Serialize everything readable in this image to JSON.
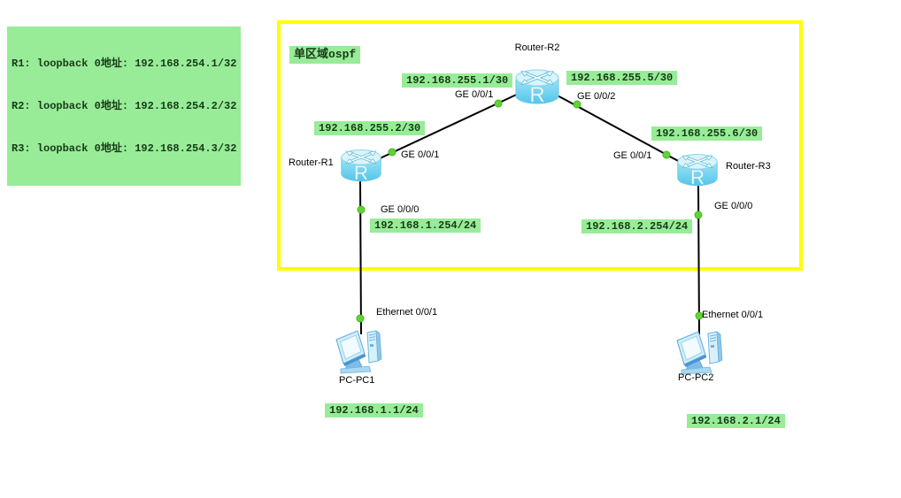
{
  "notes": {
    "loopback_lines": [
      "R1: loopback 0地址: 192.168.254.1/32",
      "R2: loopback 0地址: 192.168.254.2/32",
      "R3: loopback 0地址: 192.168.254.3/32"
    ],
    "area_label": "单区域ospf"
  },
  "device_names": {
    "r1": "Router-R1",
    "r2": "Router-R2",
    "r3": "Router-R3",
    "pc1": "PC-PC1",
    "pc2": "PC-PC2"
  },
  "router_icon_letter": "R",
  "port_labels": {
    "r2_to_r1": "GE 0/0/1",
    "r2_to_r3": "GE 0/0/2",
    "r1_to_r2": "GE 0/0/1",
    "r3_to_r2": "GE 0/0/1",
    "r1_to_pc1": "GE 0/0/0",
    "r3_to_pc2": "GE 0/0/0",
    "pc1_port": "Ethernet 0/0/1",
    "pc2_port": "Ethernet 0/0/1"
  },
  "ip_labels": {
    "r2_left": "192.168.255.1/30",
    "r2_right": "192.168.255.5/30",
    "r1_uplink": "192.168.255.2/30",
    "r3_uplink": "192.168.255.6/30",
    "r1_lan": "192.168.1.254/24",
    "r3_lan": "192.168.2.254/24",
    "pc1": "192.168.1.1/24",
    "pc2": "192.168.2.1/24"
  },
  "colors": {
    "note_background": "#98ec98",
    "area_border": "#ffff00",
    "link": "#000000",
    "port_dot": "#5fd435",
    "router_body": "#6fd2ee",
    "pc_body": "#cdeef9"
  }
}
